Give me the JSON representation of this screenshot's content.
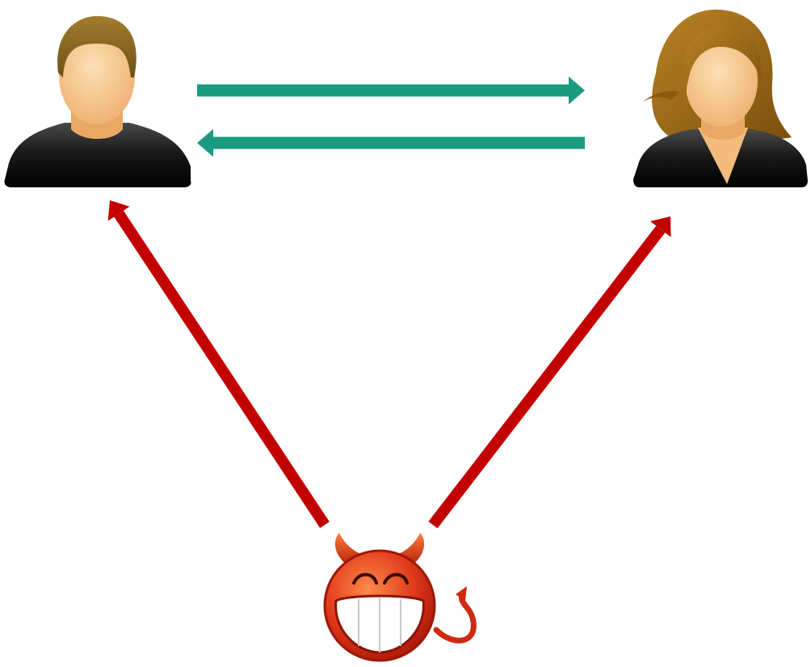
{
  "diagram": {
    "nodes": [
      {
        "id": "alice",
        "icon": "male-user-icon",
        "role": "user"
      },
      {
        "id": "bob",
        "icon": "female-user-icon",
        "role": "user"
      },
      {
        "id": "attacker",
        "icon": "devil-icon",
        "role": "attacker"
      }
    ],
    "edges": [
      {
        "from": "alice",
        "to": "bob",
        "kind": "legitimate"
      },
      {
        "from": "bob",
        "to": "alice",
        "kind": "legitimate"
      },
      {
        "from": "attacker",
        "to": "alice",
        "kind": "attack"
      },
      {
        "from": "attacker",
        "to": "bob",
        "kind": "attack"
      }
    ]
  },
  "colors": {
    "legitimate": "#1a9b80",
    "attack": "#c20000",
    "male_hair": "#8c6a22",
    "female_hair": "#a57216",
    "skin": "#f6c68a",
    "shirt": "#111111",
    "devil_red": "#d12a10",
    "devil_teeth": "#ffffff"
  }
}
